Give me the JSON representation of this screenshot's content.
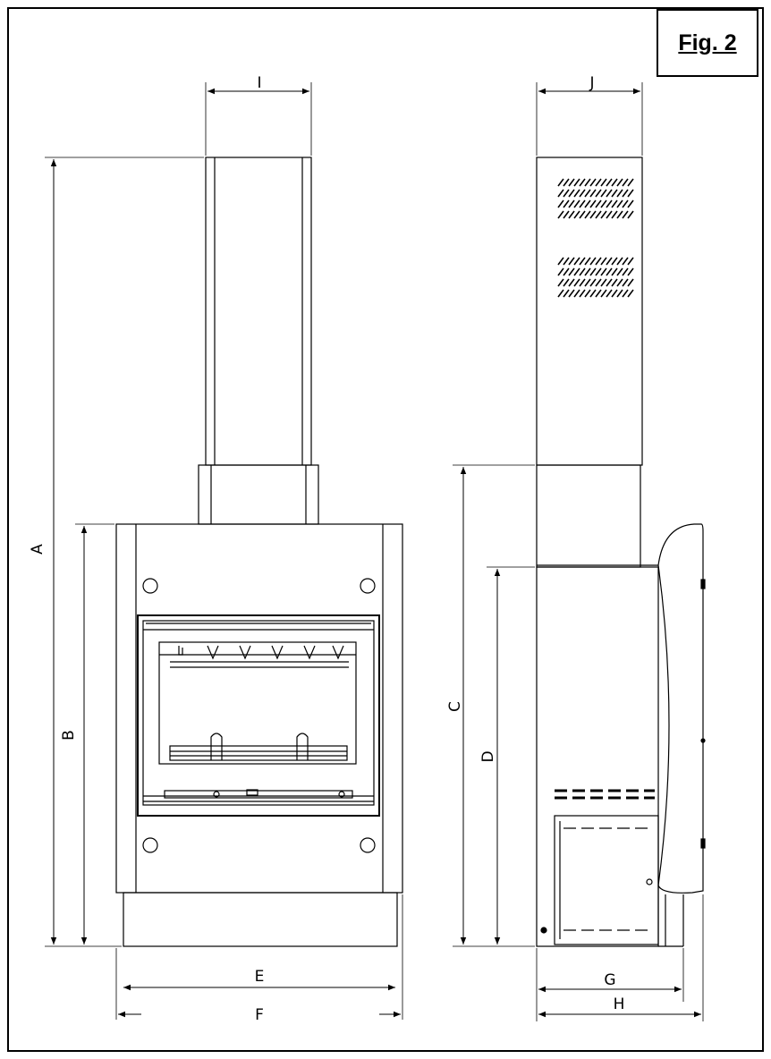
{
  "figure": {
    "label": "Fig. 2"
  },
  "dimensions": {
    "A": "A",
    "B": "B",
    "C": "C",
    "D": "D",
    "E": "E",
    "F": "F",
    "G": "G",
    "H": "H",
    "I": "I",
    "J": "J"
  },
  "views": [
    "front",
    "side"
  ],
  "colors": {
    "line": "#000000",
    "background": "#ffffff"
  }
}
